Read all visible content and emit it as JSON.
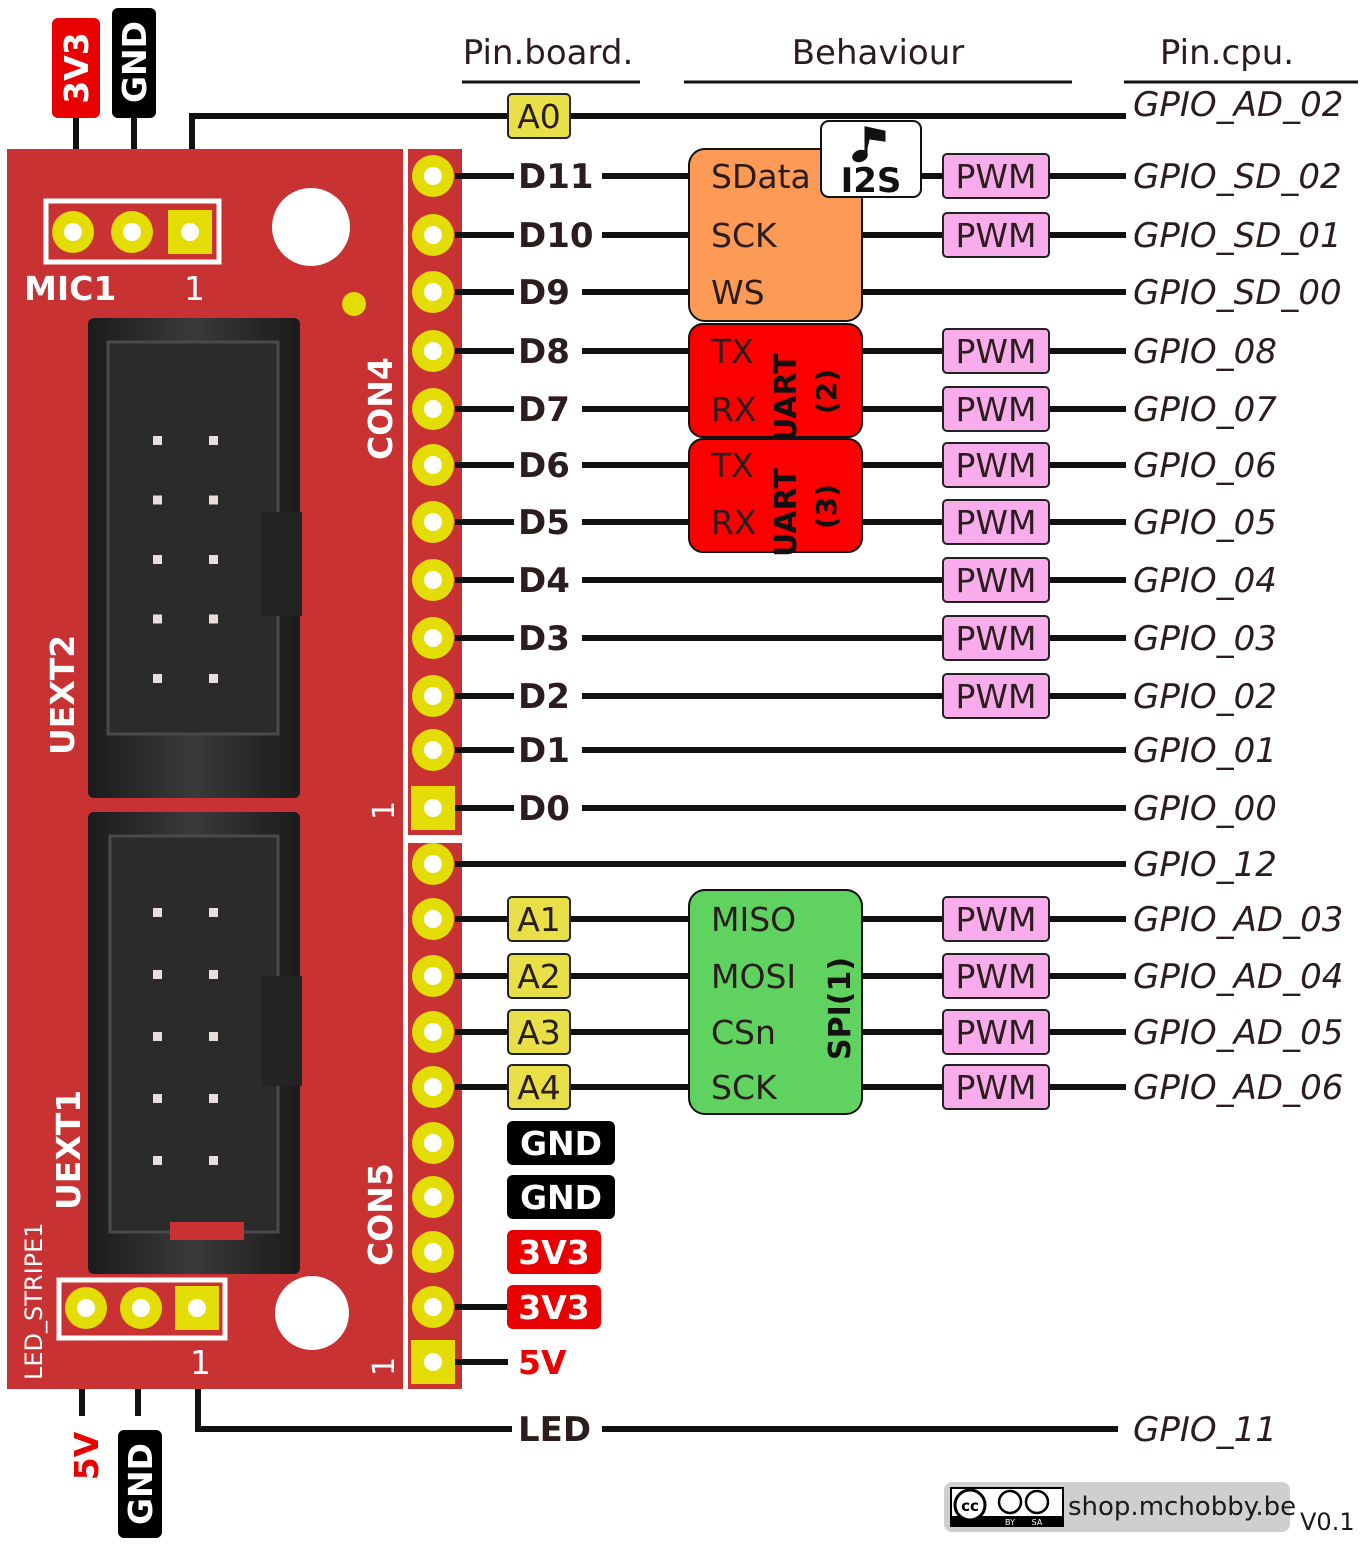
{
  "headers": {
    "board": "Pin.board.",
    "behaviour": "Behaviour",
    "cpu": "Pin.cpu."
  },
  "top_power": [
    {
      "label": "3V3",
      "color": "#e90000"
    },
    {
      "label": "GND",
      "color": "#000000"
    }
  ],
  "bottom_power": [
    {
      "label": "5V",
      "color": "#e90000"
    },
    {
      "label": "GND",
      "color": "#000000"
    }
  ],
  "board_labels": {
    "mic": "MIC1",
    "mic_pin1": "1",
    "con4": "CON4",
    "con4_pin1": "1",
    "con5": "CON5",
    "con5_pin1": "1",
    "uext1": "UEXT1",
    "uext2": "UEXT2",
    "led_stripe": "LED_STRIPE1",
    "led_pin1": "1"
  },
  "top_row": {
    "board": "A0",
    "cpu": "GPIO_AD_02"
  },
  "con4_pins": [
    {
      "board": "D11",
      "pwm": "PWM",
      "cpu": "GPIO_SD_02"
    },
    {
      "board": "D10",
      "pwm": "PWM",
      "cpu": "GPIO_SD_01"
    },
    {
      "board": "D9",
      "pwm": "",
      "cpu": "GPIO_SD_00"
    },
    {
      "board": "D8",
      "pwm": "PWM",
      "cpu": "GPIO_08"
    },
    {
      "board": "D7",
      "pwm": "PWM",
      "cpu": "GPIO_07"
    },
    {
      "board": "D6",
      "pwm": "PWM",
      "cpu": "GPIO_06"
    },
    {
      "board": "D5",
      "pwm": "PWM",
      "cpu": "GPIO_05"
    },
    {
      "board": "D4",
      "pwm": "PWM",
      "cpu": "GPIO_04"
    },
    {
      "board": "D3",
      "pwm": "PWM",
      "cpu": "GPIO_03"
    },
    {
      "board": "D2",
      "pwm": "PWM",
      "cpu": "GPIO_02"
    },
    {
      "board": "D1",
      "pwm": "",
      "cpu": "GPIO_01"
    },
    {
      "board": "D0",
      "pwm": "",
      "cpu": "GPIO_00"
    }
  ],
  "con5_pins": [
    {
      "board": "",
      "pwm": "",
      "cpu": "GPIO_12"
    },
    {
      "board": "A1",
      "pwm": "PWM",
      "cpu": "GPIO_AD_03"
    },
    {
      "board": "A2",
      "pwm": "PWM",
      "cpu": "GPIO_AD_04"
    },
    {
      "board": "A3",
      "pwm": "PWM",
      "cpu": "GPIO_AD_05"
    },
    {
      "board": "A4",
      "pwm": "PWM",
      "cpu": "GPIO_AD_06"
    },
    {
      "board": "GND",
      "pwm": "",
      "cpu": ""
    },
    {
      "board": "GND",
      "pwm": "",
      "cpu": ""
    },
    {
      "board": "3V3",
      "pwm": "",
      "cpu": ""
    },
    {
      "board": "3V3",
      "pwm": "",
      "cpu": ""
    },
    {
      "board": "5V",
      "pwm": "",
      "cpu": ""
    }
  ],
  "led_row": {
    "board": "LED",
    "cpu": "GPIO_11"
  },
  "i2s": {
    "title": "I2S",
    "icon": "music-note-icon",
    "functions": [
      "SData",
      "SCK",
      "WS"
    ],
    "color": "#fd9a55"
  },
  "uart2": {
    "title": "UART",
    "num": "(2)",
    "functions": [
      "TX",
      "RX"
    ],
    "color": "#fc0000"
  },
  "uart3": {
    "title": "UART",
    "num": "(3)",
    "functions": [
      "TX",
      "RX"
    ],
    "color": "#fc0000"
  },
  "spi": {
    "title": "SPI(1)",
    "functions": [
      "MISO",
      "MOSI",
      "CSn",
      "SCK"
    ],
    "color": "#5fd25f"
  },
  "colors": {
    "board": "#c83232",
    "pad": "#e3dd05",
    "analog": "#e8e046",
    "pwm": "#f9acec",
    "power_red": "#e90000",
    "power_black": "#000000",
    "header": "#a0a0a0"
  },
  "footer": {
    "license": "cc-by-sa-icon",
    "cc": "cc",
    "by": "BY",
    "sa": "SA",
    "shop": "shop.mchobby.be",
    "version": "V0.1"
  }
}
